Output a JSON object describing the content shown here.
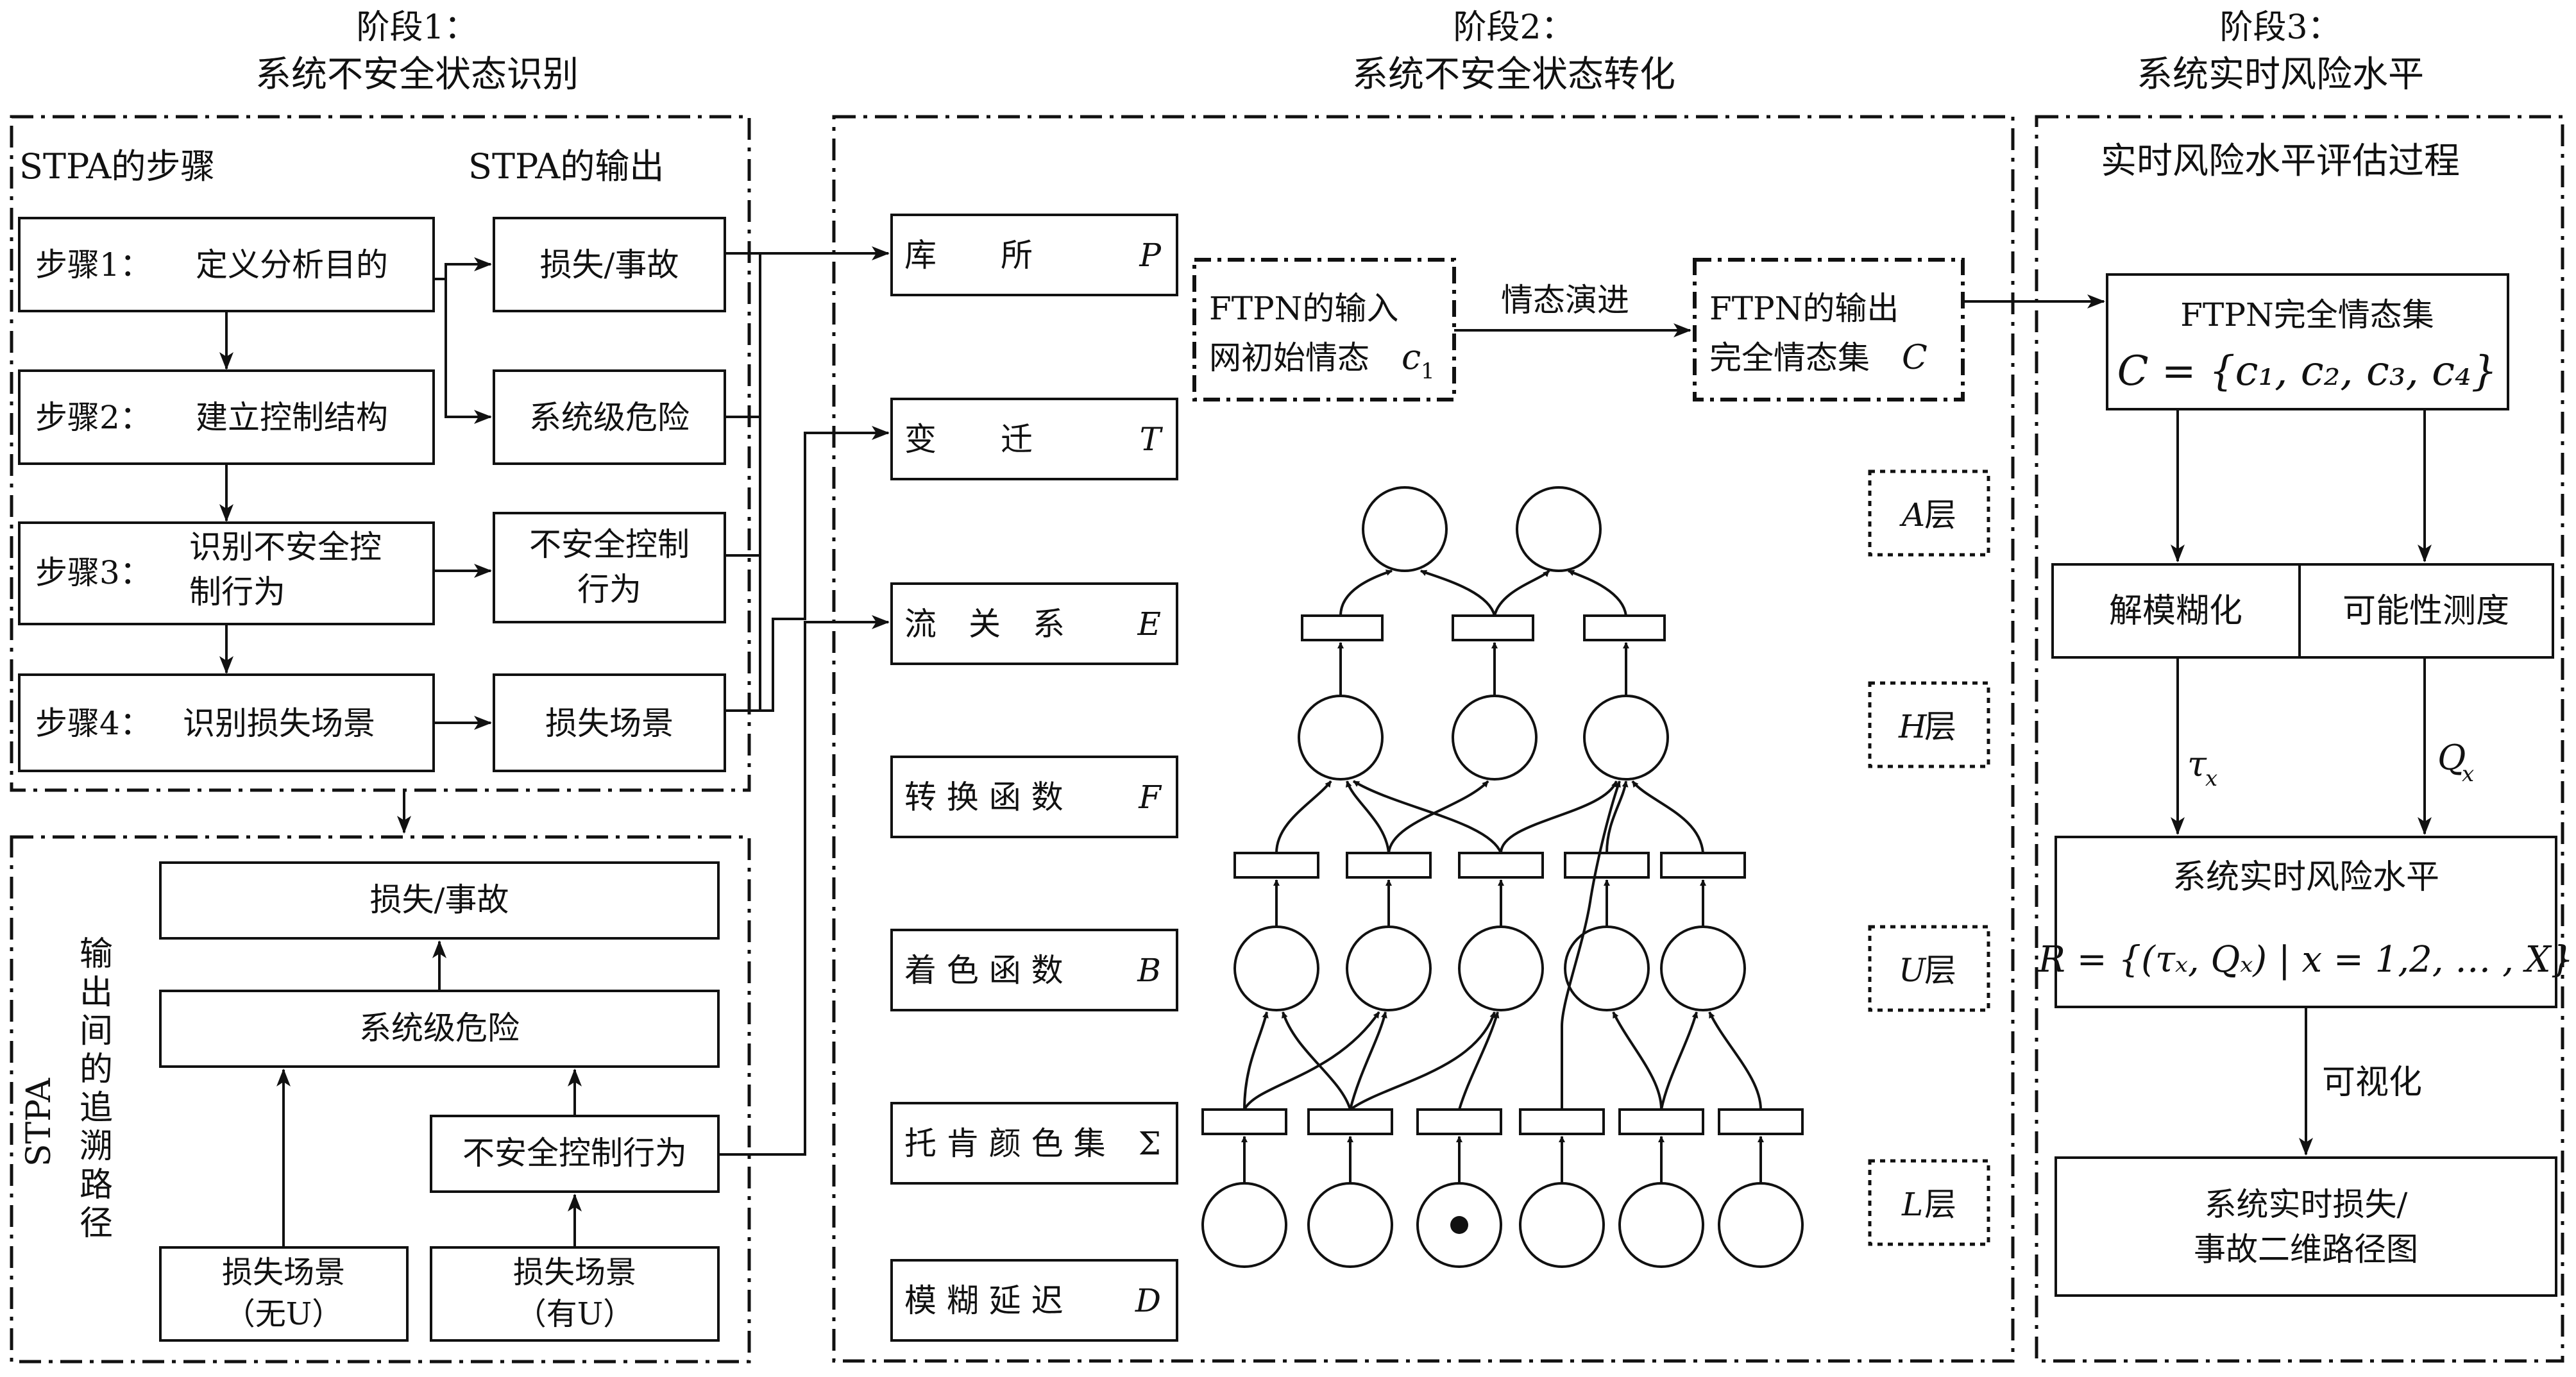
{
  "stage1": {
    "title_line1": "阶段1：",
    "title_line2": "系统不安全状态识别",
    "steps_header": "STPA的步骤",
    "output_header": "STPA的输出",
    "steps": [
      {
        "label": "步骤1：",
        "text": "定义分析目的"
      },
      {
        "label": "步骤2：",
        "text": "建立控制结构"
      },
      {
        "label": "步骤3：",
        "text_l1": "识别不安全控",
        "text_l2": "制行为"
      },
      {
        "label": "步骤4：",
        "text": "识别损失场景"
      }
    ],
    "outputs": [
      "损失/事故",
      "系统级危险",
      "不安全控制",
      "行为",
      "损失场景"
    ],
    "trace": {
      "vertical_label": [
        "输",
        "出",
        "间",
        "的",
        "追",
        "溯",
        "路",
        "径"
      ],
      "stpa": "STPA",
      "loss": "损失/事故",
      "hazard": "系统级危险",
      "uca": "不安全控制行为",
      "scenario_a_l1": "损失场景",
      "scenario_a_l2": "（无U）",
      "scenario_b_l1": "损失场景",
      "scenario_b_l2": "（有U）"
    }
  },
  "stage2": {
    "title_line1": "阶段2：",
    "title_line2": "系统不安全状态转化",
    "elements": [
      {
        "name": "库　　所",
        "sym": "P"
      },
      {
        "name": "变　　迁",
        "sym": "T"
      },
      {
        "name": "流　关　系",
        "sym": "E"
      },
      {
        "name": "转 换 函 数",
        "sym": "F"
      },
      {
        "name": "着 色 函 数",
        "sym": "B"
      },
      {
        "name": "托 肯 颜 色 集",
        "sym": "Σ"
      },
      {
        "name": "模 糊 延 迟",
        "sym": "D"
      }
    ],
    "input_l1": "FTPN的输入",
    "input_l2": "网初始情态",
    "input_sym": "c",
    "input_sub": "1",
    "evolution": "情态演进",
    "output_l1": "FTPN的输出",
    "output_l2": "完全情态集",
    "output_sym": "C",
    "layers": [
      {
        "sym": "A",
        "suffix": "层"
      },
      {
        "sym": "H",
        "suffix": "层"
      },
      {
        "sym": "U",
        "suffix": "层"
      },
      {
        "sym": "L",
        "suffix": "层"
      }
    ]
  },
  "stage3": {
    "title_line1": "阶段3：",
    "title_line2": "系统实时风险水平",
    "header": "实时风险水平评估过程",
    "complete_set": "FTPN完全情态集",
    "complete_formula": "C = {c₁, c₂, c₃, c₄}",
    "defuzz": "解模糊化",
    "possibility": "可能性测度",
    "tau": "τ",
    "tau_sub": "x",
    "q": "Q",
    "q_sub": "x",
    "risk_title": "系统实时风险水平",
    "risk_formula": "R = {(τ",
    "risk_formula_full": "R = {(τₓ, Qₓ) | x = 1,2, … , X}",
    "visualize": "可视化",
    "final_l1": "系统实时损失/",
    "final_l2": "事故二维路径图"
  }
}
